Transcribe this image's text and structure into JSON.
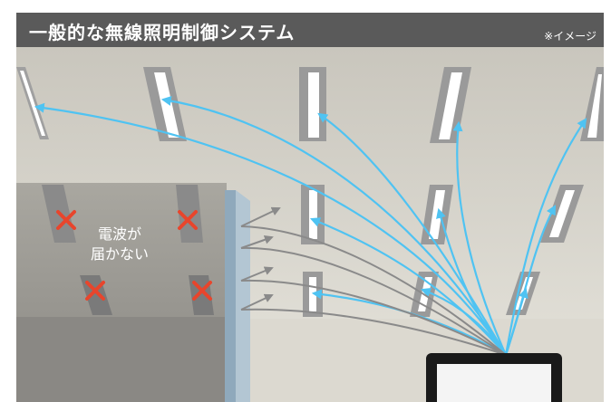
{
  "header": {
    "title": "一般的な無線照明制御システム",
    "note": "※イメージ"
  },
  "scene": {
    "blocked_label_line1": "電波が",
    "blocked_label_line2": "届かない"
  },
  "colors": {
    "signal_reached": "#4fc3f2",
    "signal_blocked": "#8a8a8a",
    "blocked_mark": "#e8452c",
    "header_bg": "#5a5a5a"
  },
  "icons": [
    "blocked-x-icon",
    "tablet-controller-icon",
    "arrow-icon"
  ]
}
